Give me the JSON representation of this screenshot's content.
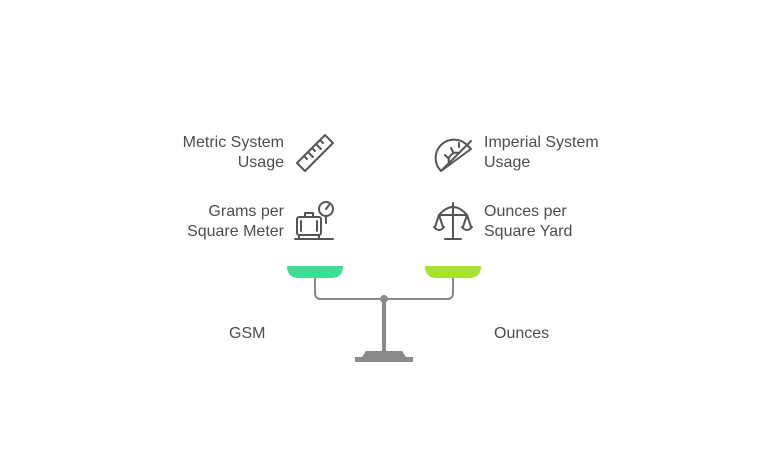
{
  "left": {
    "items": [
      {
        "label": "Metric System\nUsage",
        "icon": "ruler-icon"
      },
      {
        "label": "Grams per\nSquare Meter",
        "icon": "luggage-scale-icon"
      }
    ],
    "side_label": "GSM",
    "pan_color": "#3ddc97"
  },
  "right": {
    "items": [
      {
        "label": "Imperial System\nUsage",
        "icon": "protractor-icon"
      },
      {
        "label": "Ounces per\nSquare Yard",
        "icon": "balance-icon"
      }
    ],
    "side_label": "Ounces",
    "pan_color": "#a6e22e"
  },
  "scale": {
    "beam_color": "#8a8a8a"
  }
}
